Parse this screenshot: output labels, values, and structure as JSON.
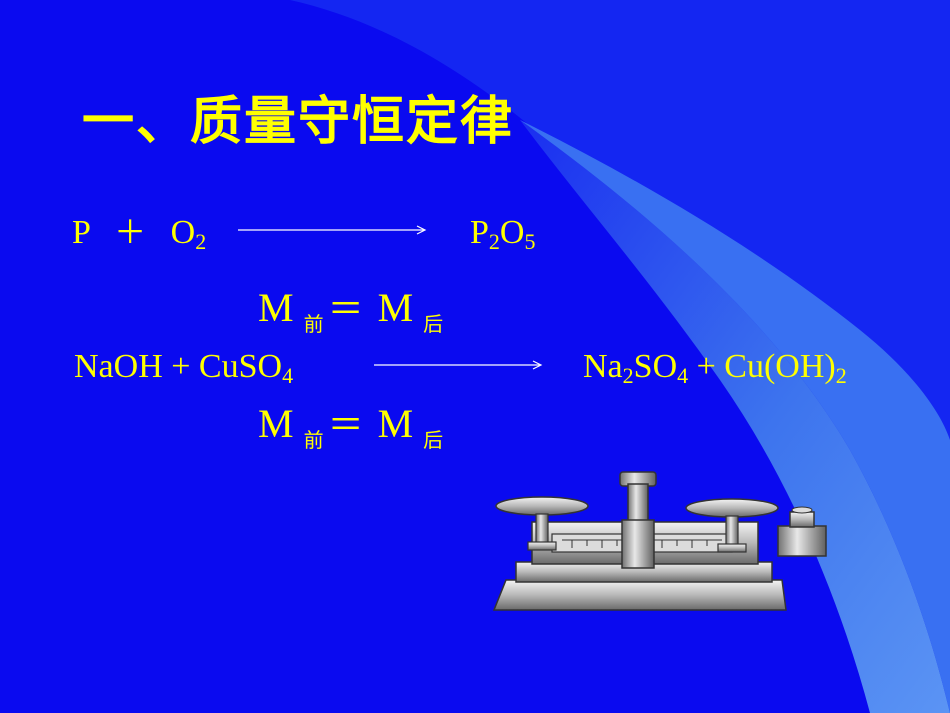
{
  "slide": {
    "title": "一、质量守恒定律",
    "colors": {
      "background": "#0a0af0",
      "text": "#ffff00",
      "arrow": "#ffffff",
      "swoosh": "#3a7af0"
    },
    "reaction1": {
      "reactant_p": "P",
      "plus": "＋",
      "reactant_o": "O",
      "reactant_o_sub": "2",
      "product_p": "P",
      "product_p_sub": "2",
      "product_o": "O",
      "product_o_sub": "5"
    },
    "mass1": {
      "m_left": "M",
      "before": "前",
      "equals": "＝",
      "m_right": "M",
      "after": "后"
    },
    "reaction2": {
      "reactants_main": "NaOH + CuSO",
      "reactants_sub": "4",
      "prod_na": "Na",
      "prod_na_sub": "2",
      "prod_so": "SO",
      "prod_so_sub": "4",
      "prod_cu": " + Cu(OH)",
      "prod_cu_sub": "2"
    },
    "mass2": {
      "m_left": "M",
      "before": "前",
      "equals": "＝",
      "m_right": "M",
      "after": "后"
    },
    "illustration": {
      "balance_icon": "balance-scale-icon",
      "weight_icon": "weight-icon"
    }
  }
}
